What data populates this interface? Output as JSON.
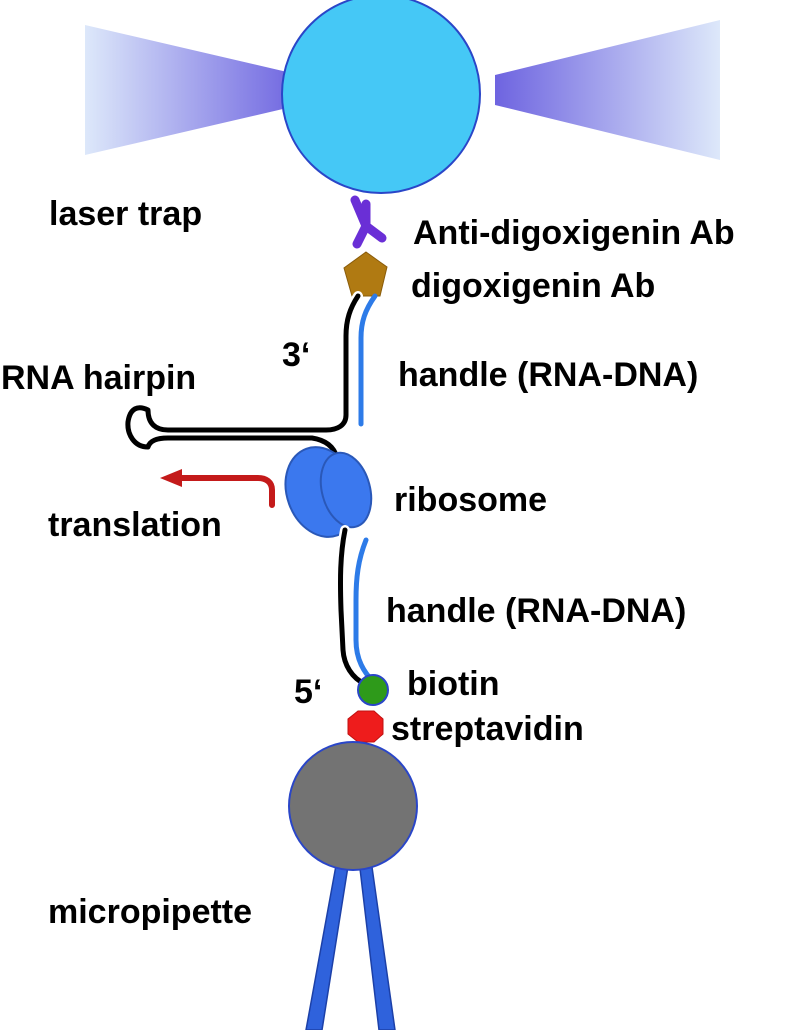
{
  "labels": {
    "laser_trap": "laser trap",
    "anti_digoxigenin": "Anti-digoxigenin Ab",
    "digoxigenin": "digoxigenin Ab",
    "three_prime": "3‘",
    "rna_hairpin": "RNA hairpin",
    "handle_top": "handle (RNA-DNA)",
    "ribosome": "ribosome",
    "translation": "translation",
    "handle_bottom": "handle (RNA-DNA)",
    "biotin": "biotin",
    "five_prime": "5‘",
    "streptavidin": "streptavidin",
    "micropipette": "micropipette"
  },
  "colors": {
    "trap_bead": "#45c8f6",
    "bead_outline": "#2a46c8",
    "laser_beam_dark": "#6e64e0",
    "laser_beam_light": "#dde8fa",
    "antibody": "#6a2fd6",
    "digoxigenin": "#b07a12",
    "rna_strand": "#000000",
    "dna_handle": "#2d7be8",
    "ribosome": "#3b78ee",
    "translation_arrow": "#c41a1a",
    "biotin": "#2e9a1a",
    "streptavidin": "#ee1c1c",
    "pipette_bead": "#737373",
    "pipette": "#2f62dc"
  },
  "icons": {
    "antibody": "y-shaped-antibody-icon",
    "digoxigenin": "pentagon-icon",
    "streptavidin": "octagon-icon"
  }
}
